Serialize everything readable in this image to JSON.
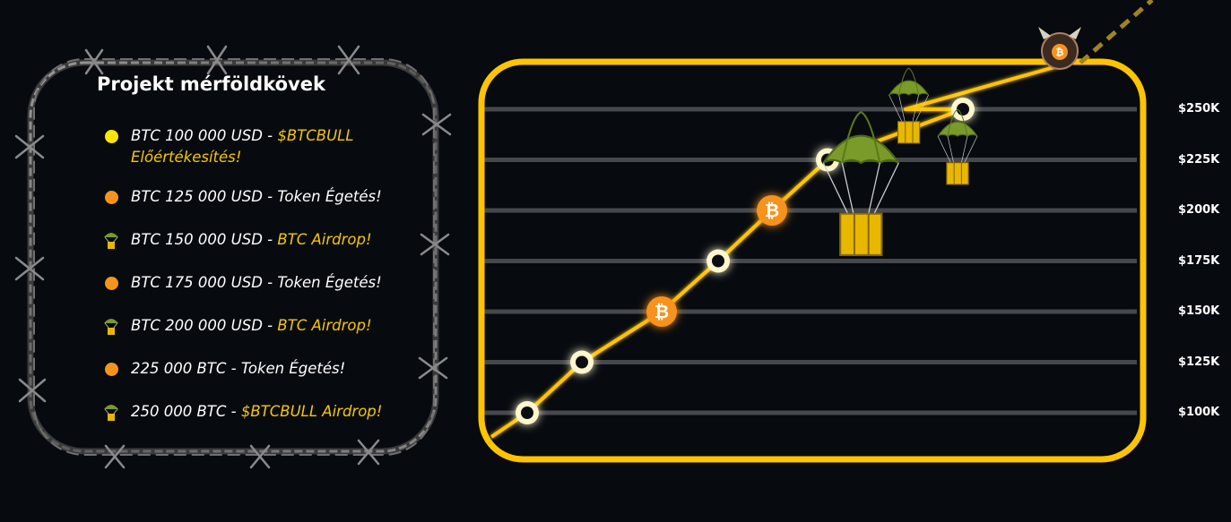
{
  "milestones": {
    "title": "Projekt mérföldkövek",
    "items": [
      {
        "icon": "yellow-dot-icon",
        "prefix": "BTC 100 000 USD - ",
        "highlight": "$BTCBULL Előértékesítés!",
        "rest": ""
      },
      {
        "icon": "orange-dot-icon",
        "prefix": "BTC 125 000 USD -  Token Égetés!",
        "highlight": "",
        "rest": ""
      },
      {
        "icon": "parachute-crate-icon",
        "prefix": "BTC 150 000 USD - ",
        "highlight": "BTC Airdrop!",
        "rest": ""
      },
      {
        "icon": "orange-dot-icon",
        "prefix": "BTC 175 000 USD - Token Égetés!",
        "highlight": "",
        "rest": ""
      },
      {
        "icon": "parachute-crate-icon",
        "prefix": "BTC 200 000 USD - ",
        "highlight": "BTC Airdrop!",
        "rest": ""
      },
      {
        "icon": "orange-dot-icon",
        "prefix": "225 000 BTC - Token Égetés!",
        "highlight": "",
        "rest": ""
      },
      {
        "icon": "parachute-crate-icon",
        "prefix": "250 000 BTC - ",
        "highlight": "$BTCBULL Airdrop!",
        "rest": ""
      }
    ]
  },
  "colors": {
    "accent": "#ffc400",
    "highlight_text": "#f7c600",
    "bitcoin_orange": "#f7931a",
    "background": "#070b10",
    "gridline": "#45484c",
    "parachute_green": "#7a9a2a",
    "crate_gold": "#e8b800"
  },
  "chart_data": {
    "type": "line",
    "y_tick_labels": [
      "$250K",
      "$225K",
      "$200K",
      "$175K",
      "$150K",
      "$125K",
      "$100K"
    ],
    "y_ticks": [
      250000,
      225000,
      200000,
      175000,
      150000,
      125000,
      100000
    ],
    "ylim": [
      100000,
      250000
    ],
    "grid": true,
    "points": [
      {
        "x": 0,
        "y": 100000,
        "marker": "ring"
      },
      {
        "x": 1,
        "y": 125000,
        "marker": "ring"
      },
      {
        "x": 2,
        "y": 150000,
        "marker": "bitcoin"
      },
      {
        "x": 3,
        "y": 175000,
        "marker": "ring"
      },
      {
        "x": 4,
        "y": 200000,
        "marker": "bitcoin"
      },
      {
        "x": 5,
        "y": 225000,
        "marker": "ring"
      },
      {
        "x": 6,
        "y": 250000,
        "marker": "ring"
      }
    ],
    "airdrops": [
      {
        "near_x": 5.6,
        "size": "small"
      },
      {
        "near_x": 6.4,
        "size": "small"
      },
      {
        "near_x": 5.3,
        "size": "large"
      }
    ],
    "bull_icon": "bull-badge-icon",
    "bitcoin_symbol": "₿"
  }
}
